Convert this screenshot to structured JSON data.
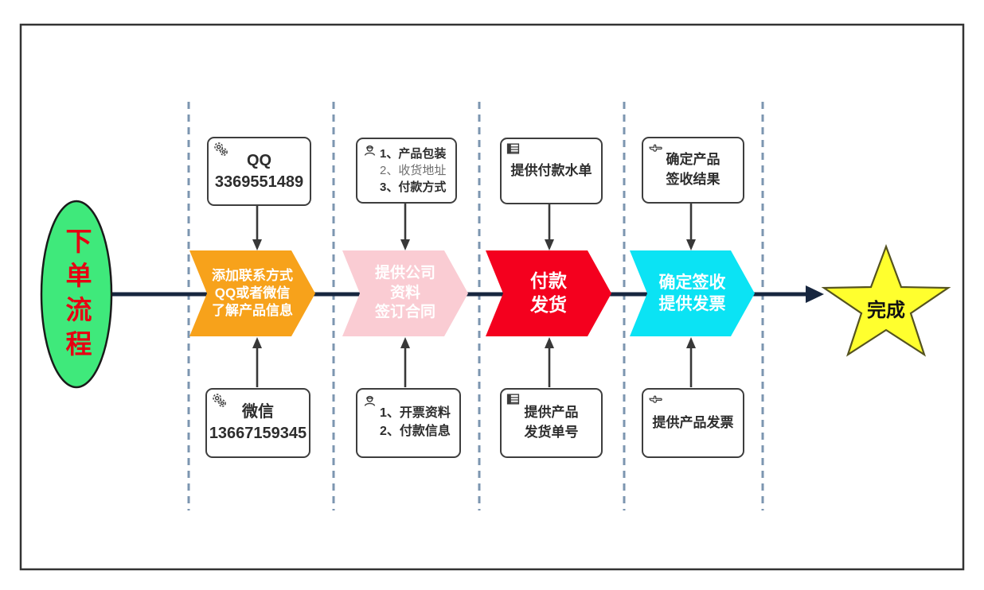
{
  "colors": {
    "stage1": "#F7A21B",
    "stage2": "#FACCD3",
    "stage3": "#F4001E",
    "stage4": "#0BE3F4",
    "start-fill": "#3FE97B",
    "start-text": "#E60012",
    "star-fill": "#FFFF2E",
    "flow-line": "#17263F",
    "lane": "#7C96B0",
    "connector": "#383838",
    "box-border": "#3E3E3E",
    "box-text": "#2D2D2D"
  },
  "start": {
    "label": "下单流程"
  },
  "finish": {
    "label": "完成"
  },
  "stages": [
    {
      "chevron": [
        "添加联系方式",
        "QQ或者微信",
        "了解产品信息"
      ],
      "top_box": {
        "icon": "gears-icon",
        "lines": [
          "QQ",
          "3369551489"
        ]
      },
      "bottom_box": {
        "icon": "gears-icon",
        "lines": [
          "微信",
          "13667159345"
        ]
      }
    },
    {
      "chevron": [
        "提供公司",
        "资料",
        "签订合同"
      ],
      "top_box": {
        "icon": "worker-icon",
        "lines": [
          "1、产品包装",
          "2、收货地址",
          "3、付款方式"
        ]
      },
      "bottom_box": {
        "icon": "worker-icon",
        "lines": [
          "1、开票资料",
          "2、付款信息"
        ]
      }
    },
    {
      "chevron": [
        "付款",
        "发货"
      ],
      "top_box": {
        "icon": "spreadsheet-icon",
        "lines": [
          "提供付款水单"
        ]
      },
      "bottom_box": {
        "icon": "spreadsheet-icon",
        "lines": [
          "提供产品",
          "发货单号"
        ]
      }
    },
    {
      "chevron": [
        "确定签收",
        "提供发票"
      ],
      "top_box": {
        "icon": "pointing-hand-icon",
        "lines": [
          "确定产品",
          "签收结果"
        ]
      },
      "bottom_box": {
        "icon": "pointing-hand-icon",
        "lines": [
          "提供产品发票"
        ]
      }
    }
  ]
}
